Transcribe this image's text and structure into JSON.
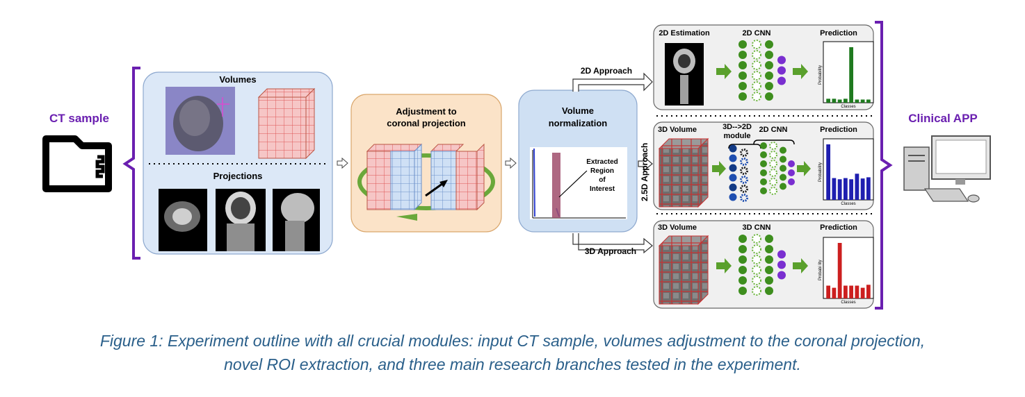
{
  "input": {
    "label": "CT sample"
  },
  "stage1": {
    "volumes_title": "Volumes",
    "projections_title": "Projections"
  },
  "stage2": {
    "title_line1": "Adjustment to",
    "title_line2": "coronal projection"
  },
  "stage3": {
    "title_line1": "Volume",
    "title_line2": "normalization",
    "roi_line1": "Extracted",
    "roi_line2": "Region",
    "roi_line3": "of",
    "roi_line4": "Interest"
  },
  "branches": {
    "approach_2d": "2D Approach",
    "approach_25d": "2.5D Approach",
    "approach_3d": "3D Approach",
    "b2d": {
      "col1": "2D Estimation",
      "col2": "2D CNN",
      "col3": "Prediction"
    },
    "b25d": {
      "col1": "3D Volume",
      "col2a_line1": "3D-->2D",
      "col2a_line2": "module",
      "col2b": "2D CNN",
      "col3": "Prediction"
    },
    "b3d": {
      "col1": "3D Volume",
      "col2": "3D CNN",
      "col3": "Prediction"
    }
  },
  "charts": {
    "c2d": {
      "ylabel": "Probability",
      "xlabel": "Classes",
      "values": [
        1,
        1,
        0.8,
        1,
        14,
        0.8,
        0.8,
        0.8
      ],
      "peak": 14,
      "color": "#1f7a1f"
    },
    "c25d": {
      "ylabel": "Probability",
      "xlabel": "Classes",
      "values": [
        14,
        5.5,
        5.2,
        5.5,
        5.2,
        6.6,
        5.4,
        5.7
      ],
      "peak": 14,
      "color": "#1f1fb0"
    },
    "c3d": {
      "ylabel": "Probabi lity",
      "xlabel": "Classes",
      "values": [
        3,
        2.5,
        13,
        3,
        3,
        3,
        2.5,
        3.2
      ],
      "peak": 13,
      "color": "#cc1f1f"
    }
  },
  "output": {
    "label": "Clinical APP"
  },
  "caption": {
    "line1": "Figure 1: Experiment outline with all crucial modules: input CT sample, volumes adjustment to the coronal projection,",
    "line2": "novel ROI extraction, and three main research branches tested in the experiment."
  },
  "colors": {
    "bracket": "#6a1fb0",
    "stage1_fill": "#dce8f7",
    "stage2_fill": "#fbe3c8",
    "stage3_fill": "#cfe0f3",
    "arrow_green": "#5aa02c",
    "caption": "#2a5f8a"
  }
}
